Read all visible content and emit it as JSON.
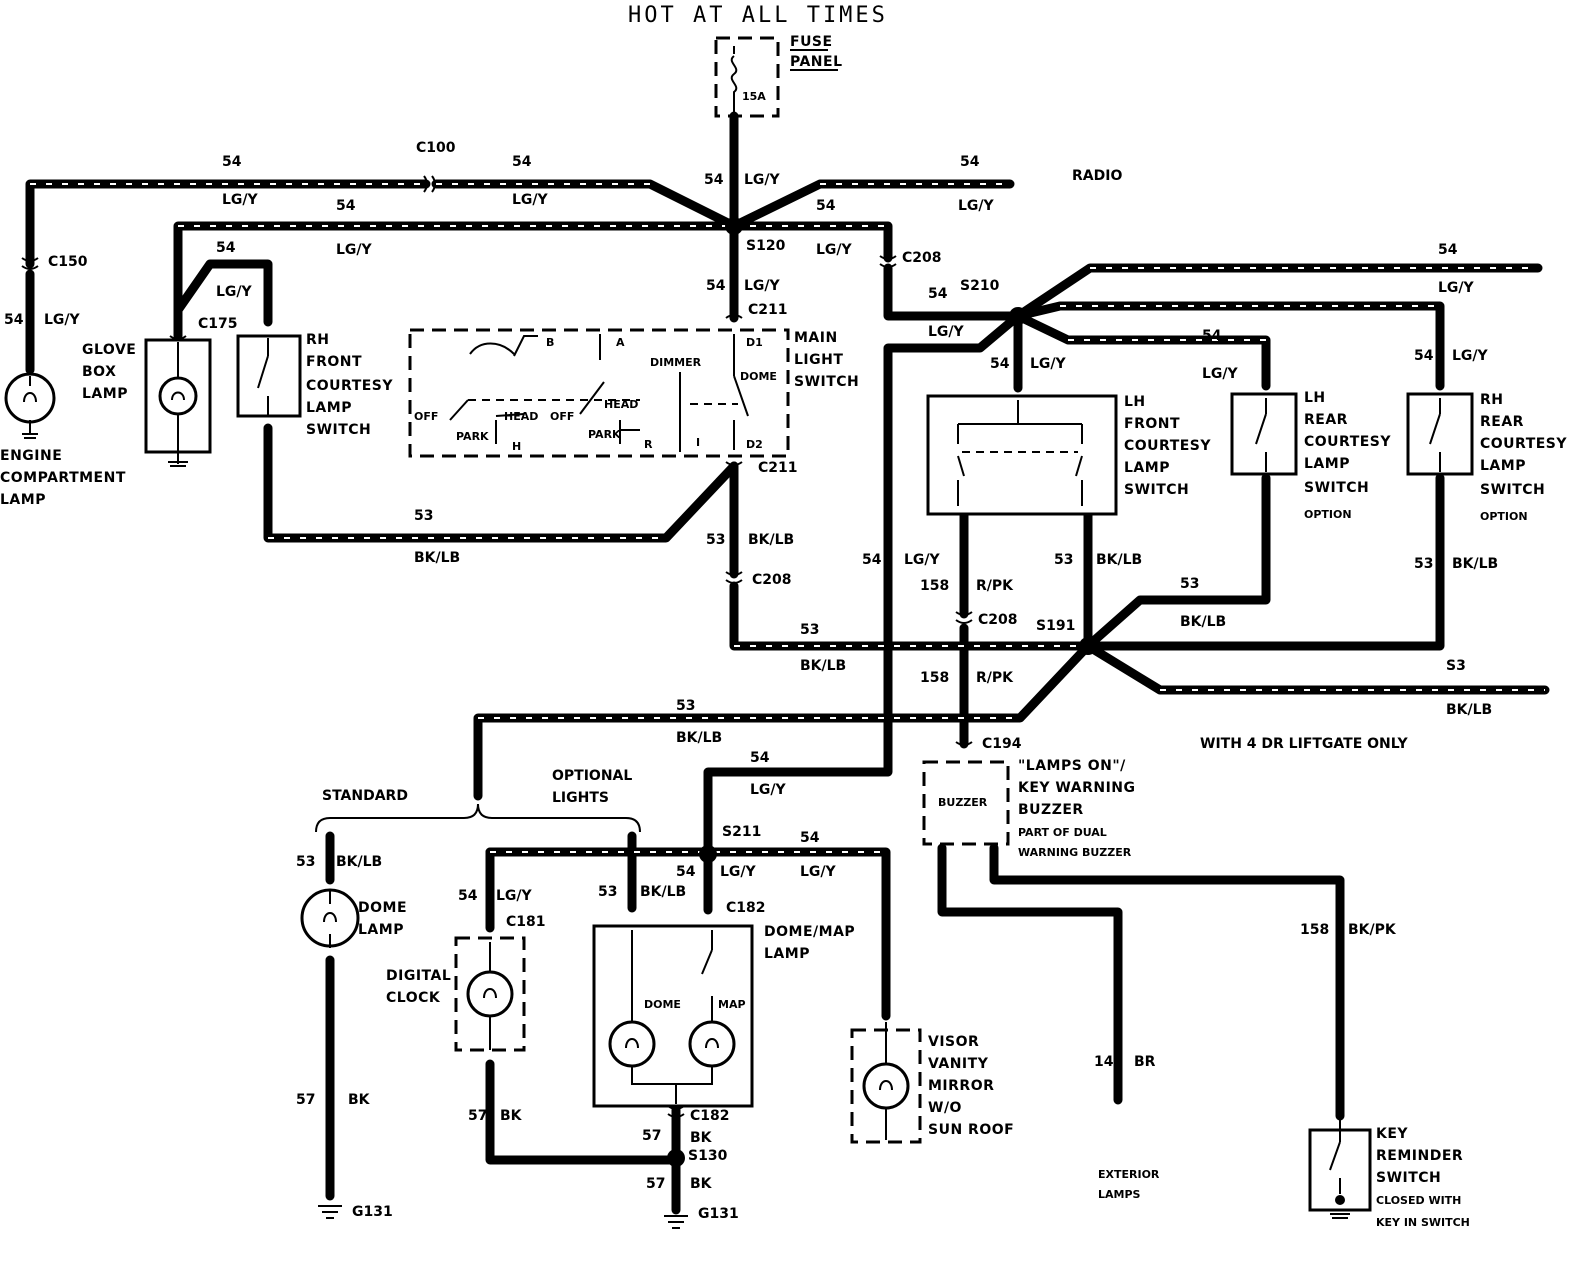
{
  "title": "HOT AT ALL TIMES",
  "fuse": {
    "rating": "15A",
    "label": [
      "FUSE",
      "PANEL"
    ]
  },
  "connectors": {
    "c100": "C100",
    "c150": "C150",
    "c175": "C175",
    "c208a": "C208",
    "c208b": "C208",
    "c208c": "C208",
    "c211a": "C211",
    "c211b": "C211",
    "c194": "C194",
    "c181": "C181",
    "c182a": "C182",
    "c182b": "C182"
  },
  "splices": {
    "s120": "S120",
    "s210": "S210",
    "s191": "S191",
    "s211": "S211",
    "s130": "S130"
  },
  "grounds": {
    "g131a": "G131",
    "g131b": "G131"
  },
  "wire_labels": {
    "n54": "54",
    "n53": "53",
    "n57": "57",
    "n158": "158",
    "n14": "14",
    "lgy": "LG/Y",
    "bklb": "BK/LB",
    "bk": "BK",
    "rpk": "R/PK",
    "bkpk": "BK/PK",
    "br": "BR",
    "r_s3": "S3"
  },
  "components": {
    "engine_lamp": [
      "ENGINE",
      "COMPARTMENT",
      "LAMP"
    ],
    "glove_box": [
      "GLOVE",
      "BOX",
      "LAMP"
    ],
    "rh_front": [
      "RH",
      "FRONT",
      "COURTESY",
      "LAMP",
      "SWITCH"
    ],
    "main_switch": [
      "MAIN",
      "LIGHT",
      "SWITCH"
    ],
    "lh_front": [
      "LH",
      "FRONT",
      "COURTESY",
      "LAMP",
      "SWITCH"
    ],
    "lh_rear": [
      "LH",
      "REAR",
      "COURTESY",
      "LAMP",
      "SWITCH"
    ],
    "rh_rear": [
      "RH",
      "REAR",
      "COURTESY",
      "LAMP",
      "SWITCH"
    ],
    "buzzer": "BUZZER",
    "buzzer_note": [
      "\"LAMPS ON\"/",
      "KEY WARNING",
      "BUZZER"
    ],
    "buzzer_part": [
      "PART OF DUAL",
      "WARNING BUZZER"
    ],
    "dome_lamp": [
      "DOME",
      "LAMP"
    ],
    "digital_clock": [
      "DIGITAL",
      "CLOCK"
    ],
    "dome_map": [
      "DOME/MAP",
      "LAMP"
    ],
    "visor": [
      "VISOR",
      "VANITY",
      "MIRROR",
      "W/O",
      "SUN ROOF"
    ],
    "key_reminder": [
      "KEY",
      "REMINDER",
      "SWITCH"
    ],
    "key_note": [
      "CLOSED WITH",
      "KEY IN SWITCH"
    ],
    "exterior": [
      "EXTERIOR",
      "LAMPS"
    ]
  },
  "notes": {
    "radio": "RADIO",
    "option": "OPTION",
    "liftgate": "WITH 4 DR LIFTGATE ONLY",
    "standard": "STANDARD",
    "optional": [
      "OPTIONAL",
      "LIGHTS"
    ],
    "dimmer": "DIMMER",
    "dome": "DOME",
    "map": "MAP",
    "off": "OFF",
    "park": "PARK",
    "head": "HEAD",
    "pins": {
      "b": "B",
      "a": "A",
      "h": "H",
      "r": "R",
      "i": "I",
      "d1": "D1",
      "d2": "D2"
    }
  }
}
